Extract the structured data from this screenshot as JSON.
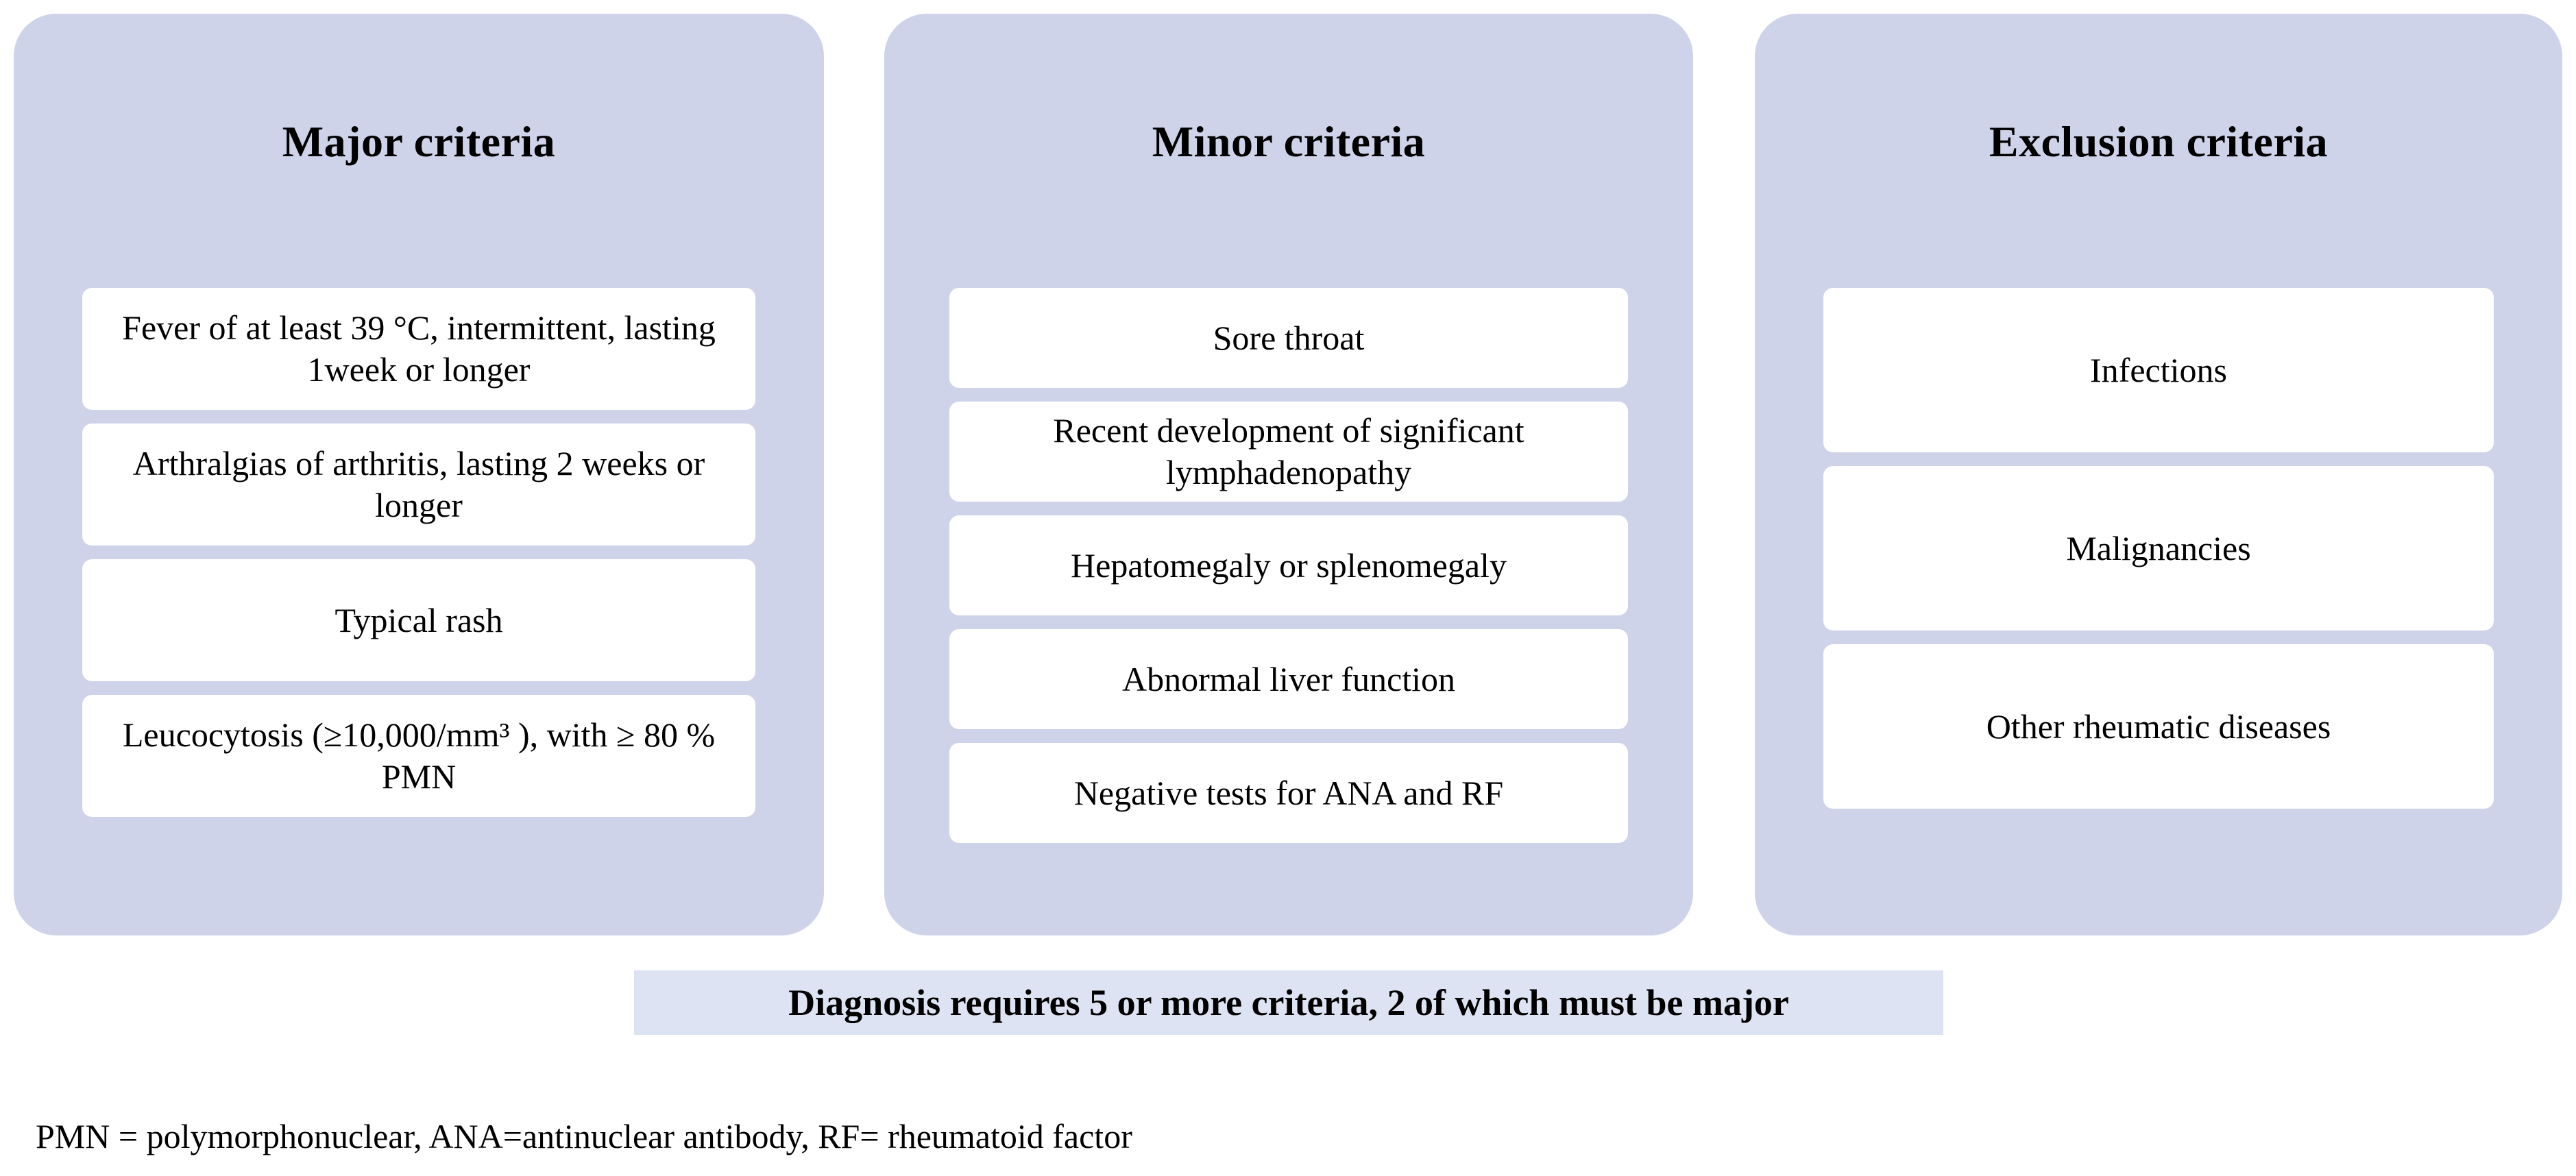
{
  "colors": {
    "panel_background": "#ced3e9",
    "card_background": "#ffffff",
    "banner_background": "#dde3f2",
    "text": "#000000",
    "page_background": "#ffffff"
  },
  "columns": [
    {
      "id": "major",
      "title": "Major criteria",
      "items": [
        "Fever of at least 39 °C, intermittent, lasting 1week or longer",
        "Arthralgias of arthritis, lasting 2 weeks or longer",
        "Typical rash",
        "Leucocytosis (≥10,000/mm³ ), with ≥ 80 % PMN"
      ]
    },
    {
      "id": "minor",
      "title": "Minor criteria",
      "items": [
        "Sore throat",
        "Recent development of significant lymphadenopathy",
        "Hepatomegaly or splenomegaly",
        "Abnormal liver function",
        "Negative tests for ANA and RF"
      ]
    },
    {
      "id": "exclusion",
      "title": "Exclusion criteria",
      "items": [
        "Infections",
        "Malignancies",
        "Other rheumatic diseases"
      ]
    }
  ],
  "banner": {
    "text": "Diagnosis requires 5 or more criteria, 2 of which must be major"
  },
  "footnote": {
    "text": "PMN = polymorphonuclear, ANA=antinuclear antibody, RF= rheumatoid factor"
  }
}
